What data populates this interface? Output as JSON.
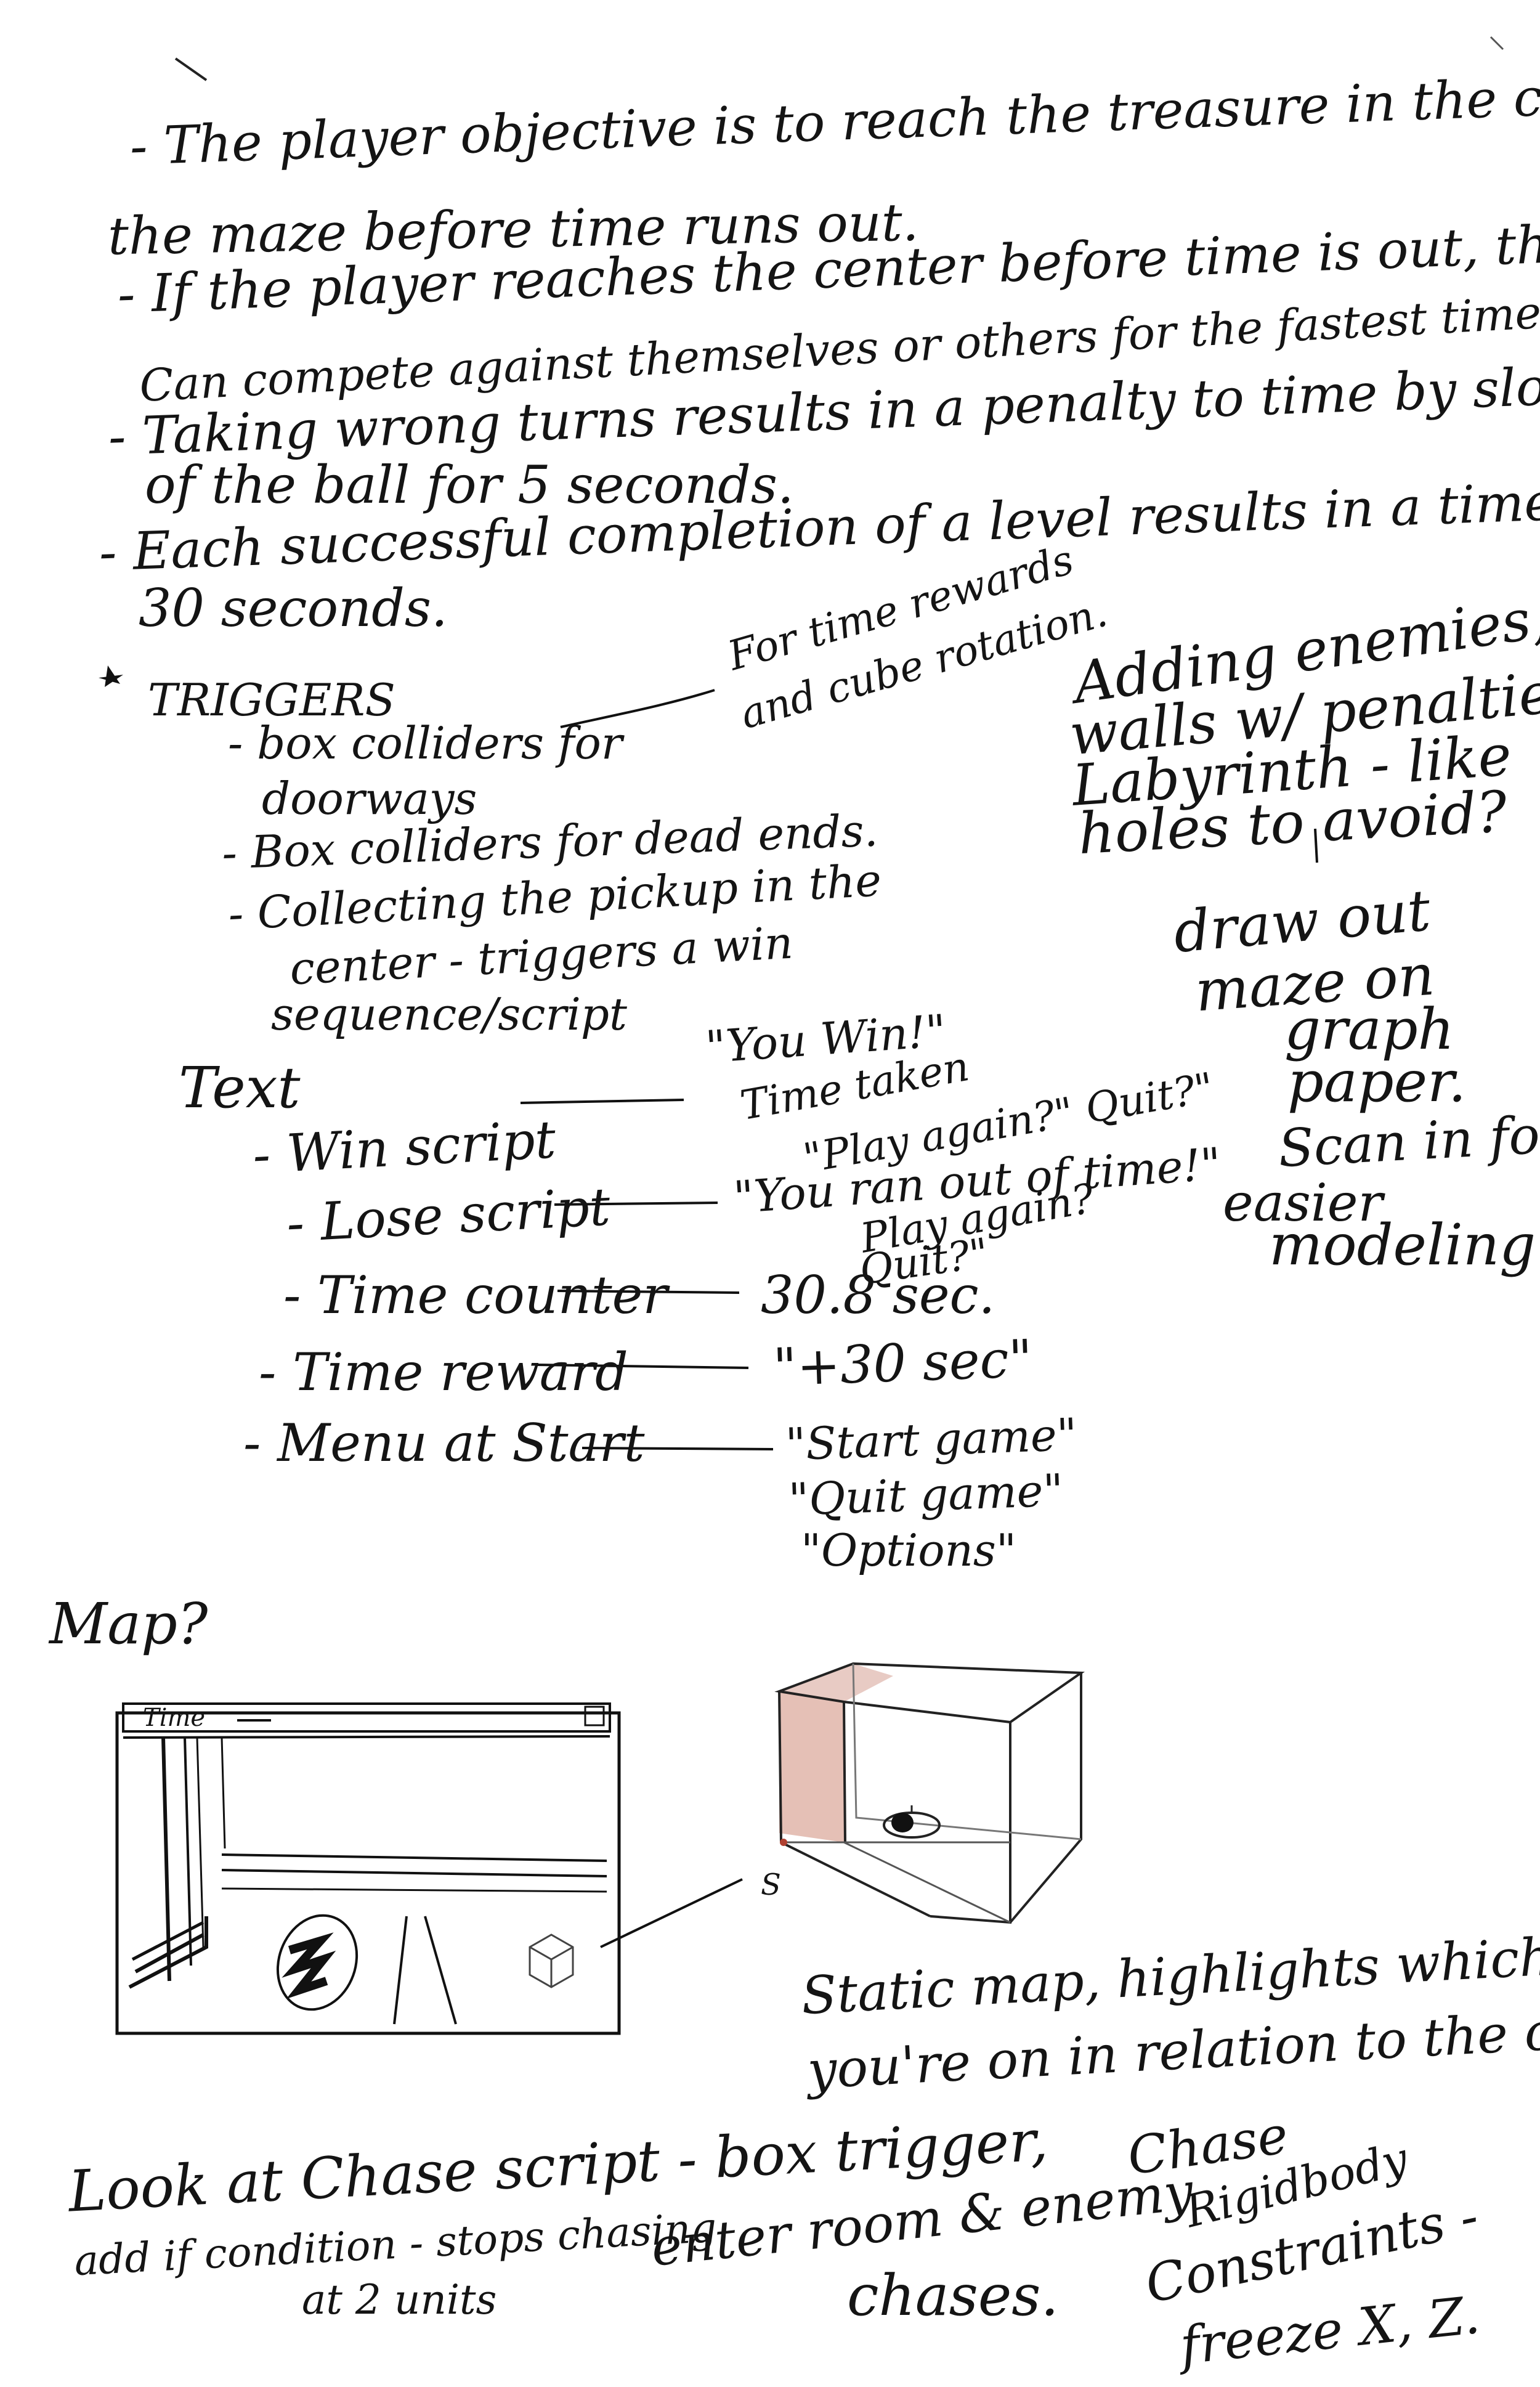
{
  "notes": {
    "l1": "- The player objective is to reach the treasure in the center of",
    "l2": "the maze before time runs out.",
    "l3": "- If the player reaches the center before time is out, they win.",
    "l4": "Can compete against themselves or others for the fastest time.",
    "l5": "- Taking wrong turns results in a penalty to time by slowing the speed",
    "l6": "of the ball for 5 seconds.",
    "l7": "- Each successful completion of a level results in a time addition of",
    "l8": "30 seconds."
  },
  "triggers": {
    "heading": "TRIGGERS",
    "i1a": "- box colliders for",
    "i1b": "doorways",
    "i1_note_a": "For time rewards",
    "i1_note_b": "and cube rotation.",
    "i2": "- Box colliders for dead ends.",
    "i3a": "- Collecting the pickup in the",
    "i3b": "center - triggers a win",
    "i3c": "sequence/script"
  },
  "side_notes": {
    "a1": "Adding enemies,",
    "a2": "walls w/ penalties,",
    "a3": "Labyrinth - like",
    "a4": "holes to avoid?",
    "b1": "draw out",
    "b2": "maze on",
    "b3": "graph",
    "b4": "paper.",
    "b5": "Scan in for",
    "b6": "easier",
    "b7": "modeling"
  },
  "text_section": {
    "heading": "Text",
    "rows": [
      {
        "label": "- Win script",
        "v1": "\"You Win!\"",
        "v2": "Time taken",
        "v3": "\"Play again?\"  Quit?\""
      },
      {
        "label": "- Lose script",
        "v1": "\"You ran out of time!\"",
        "v2": "Play again?",
        "v3": "Quit?\""
      },
      {
        "label": "- Time counter",
        "v1": "30.8 sec."
      },
      {
        "label": "- Time reward",
        "v1": "\"+30 sec\""
      },
      {
        "label": "- Menu at Start",
        "v1": "\"Start game\"",
        "v2": "\"Quit game\"",
        "v3": "\"Options\""
      }
    ]
  },
  "map": {
    "heading": "Map?",
    "hud_time": "Time",
    "cube_label": "S",
    "caption1": "Static map, highlights which wall",
    "caption2": "you're on in relation to the center."
  },
  "bottom": {
    "c1": "Look at Chase script - box trigger,",
    "c2": "add if condition - stops chasing",
    "c3": "at 2 units",
    "c4": "enter room & enemy",
    "c5": "chases.",
    "r1": "Chase",
    "r2": "Rigidbody",
    "r3": "Constraints -",
    "r4": "freeze X, Z."
  }
}
